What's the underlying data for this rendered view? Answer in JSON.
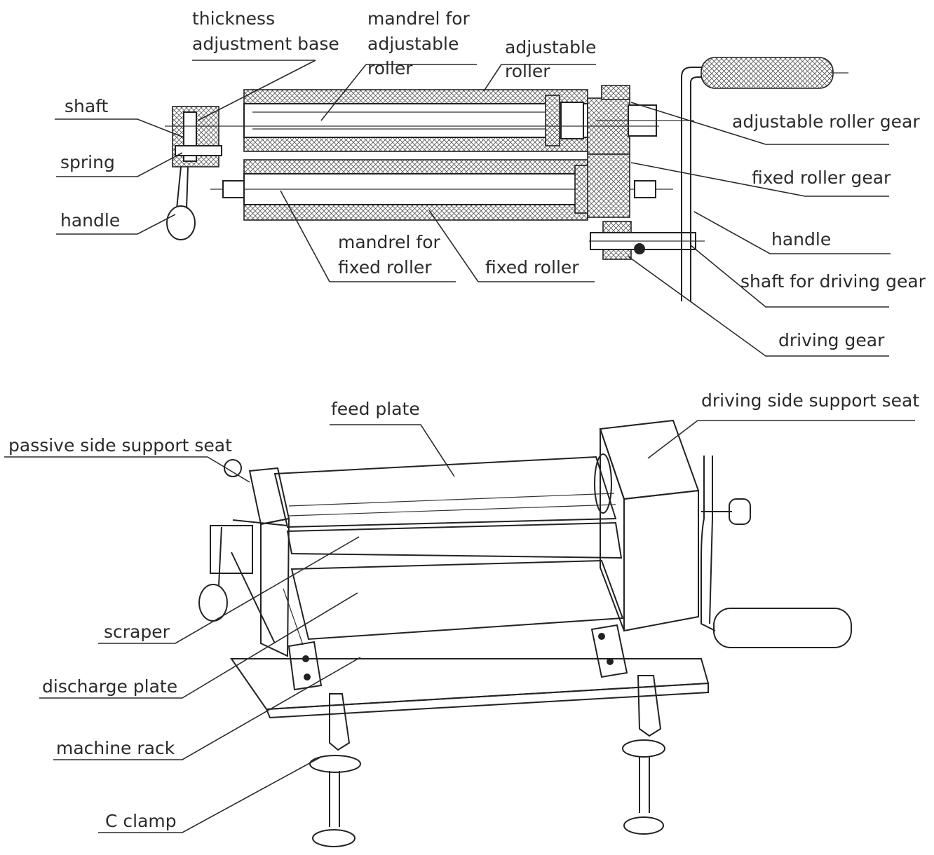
{
  "top_view": {
    "labels": {
      "thickness_adjustment_base": [
        "thickness",
        "adjustment base"
      ],
      "mandrel_for_adjustable_roller": [
        "mandrel for",
        "adjustable",
        "roller"
      ],
      "adjustable_roller": [
        "adjustable",
        "roller"
      ],
      "shaft": "shaft",
      "spring": "spring",
      "handle_left": "handle",
      "adjustable_roller_gear": "adjustable roller gear",
      "fixed_roller_gear": "fixed roller gear",
      "handle_right": "handle",
      "mandrel_for_fixed_roller": [
        "mandrel for",
        "fixed roller"
      ],
      "fixed_roller": "fixed roller",
      "shaft_for_driving_gear": "shaft for driving gear",
      "driving_gear": "driving gear"
    }
  },
  "perspective_view": {
    "labels": {
      "feed_plate": "feed plate",
      "driving_side_support_seat": "driving side support seat",
      "passive_side_support_seat": "passive side support seat",
      "scraper": "scraper",
      "discharge_plate": "discharge plate",
      "machine_rack": "machine rack",
      "c_clamp": "C clamp"
    }
  }
}
